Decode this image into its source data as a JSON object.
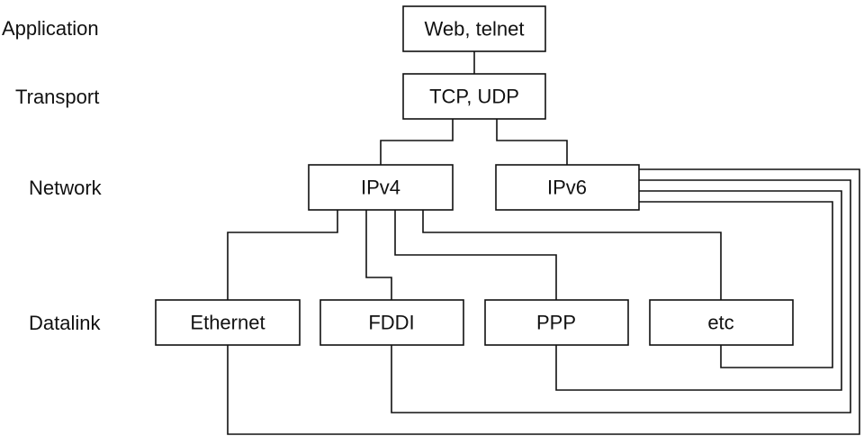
{
  "layers": {
    "application": "Application",
    "transport": "Transport",
    "network": "Network",
    "datalink": "Datalink"
  },
  "boxes": {
    "web_telnet": "Web, telnet",
    "tcp_udp": "TCP, UDP",
    "ipv4": "IPv4",
    "ipv6": "IPv6",
    "ethernet": "Ethernet",
    "fddi": "FDDI",
    "ppp": "PPP",
    "etc": "etc"
  },
  "colors": {
    "line": "#111111",
    "background": "#ffffff"
  }
}
